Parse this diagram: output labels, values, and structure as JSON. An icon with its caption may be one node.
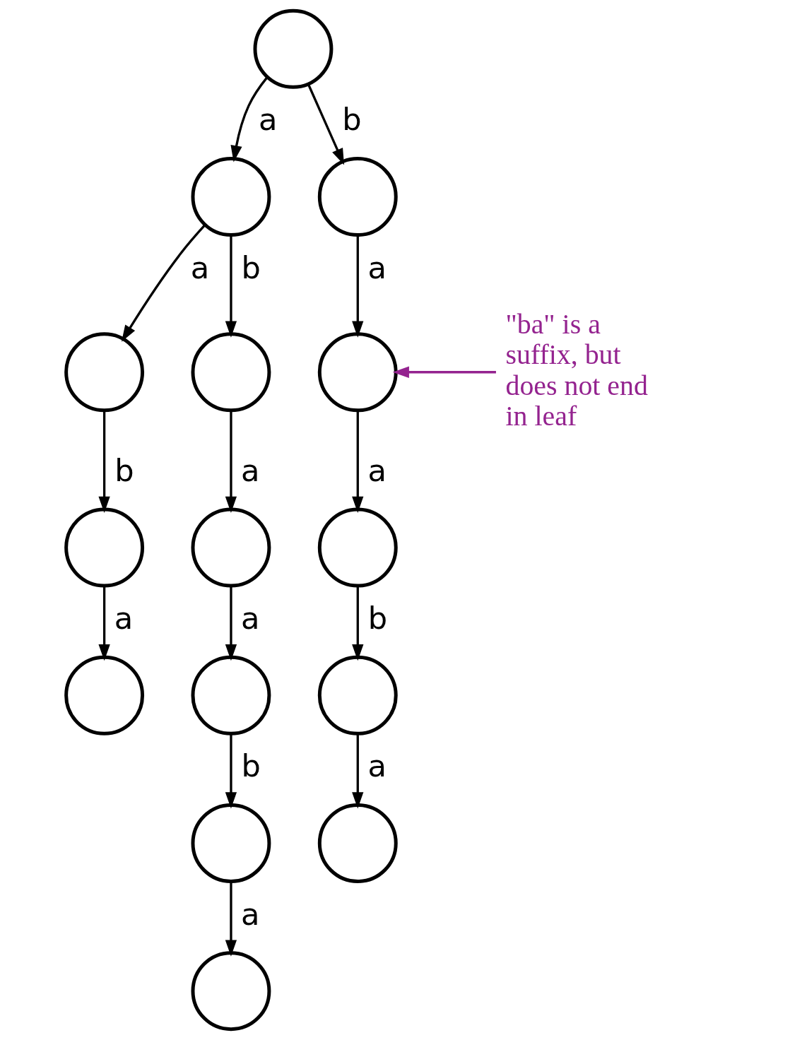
{
  "diagram": {
    "nodes": [
      {
        "text": [],
        "shape": "circle"
      },
      {
        "text": [],
        "shape": "circle"
      },
      {
        "text": [],
        "shape": "circle"
      },
      {
        "text": [],
        "shape": "circle"
      },
      {
        "text": [],
        "shape": "circle"
      },
      {
        "text": [],
        "shape": "circle"
      },
      {
        "text": [],
        "shape": "circle"
      },
      {
        "text": [],
        "shape": "circle"
      },
      {
        "text": [],
        "shape": "circle"
      },
      {
        "text": [],
        "shape": "circle"
      },
      {
        "text": [],
        "shape": "circle"
      },
      {
        "text": [],
        "shape": "circle"
      },
      {
        "text": [],
        "shape": "circle"
      },
      {
        "text": [],
        "shape": "circle"
      },
      {
        "text": [],
        "shape": "circle"
      },
      {
        "text": [
          "\"ba\" is a suffix, but does not end in leaf"
        ]
      }
    ],
    "edges": [
      {
        "from": 0,
        "to": 1,
        "arrow": "to",
        "label": "a"
      },
      {
        "from": 0,
        "to": 2,
        "arrow": "to",
        "label": "b"
      },
      {
        "from": 1,
        "to": 3,
        "arrow": "to",
        "label": "a"
      },
      {
        "from": 1,
        "to": 4,
        "arrow": "to",
        "label": "b"
      },
      {
        "from": 2,
        "to": 5,
        "arrow": "to",
        "label": "a"
      },
      {
        "from": 3,
        "to": 6,
        "arrow": "to",
        "label": "b"
      },
      {
        "from": 4,
        "to": 7,
        "arrow": "to",
        "label": "a"
      },
      {
        "from": 5,
        "to": 8,
        "arrow": "to",
        "label": "a"
      },
      {
        "from": 6,
        "to": 9,
        "arrow": "to",
        "label": "a"
      },
      {
        "from": 7,
        "to": 10,
        "arrow": "to",
        "label": "a"
      },
      {
        "from": 8,
        "to": 11,
        "arrow": "to",
        "label": "b"
      },
      {
        "from": 10,
        "to": 12,
        "arrow": "to",
        "label": "b"
      },
      {
        "from": 11,
        "to": 13,
        "arrow": "to",
        "label": "a"
      },
      {
        "from": 12,
        "to": 14,
        "arrow": "to",
        "label": "a"
      },
      {
        "from": 15,
        "to": 5,
        "arrow": "to",
        "color": "#94238f"
      }
    ]
  }
}
